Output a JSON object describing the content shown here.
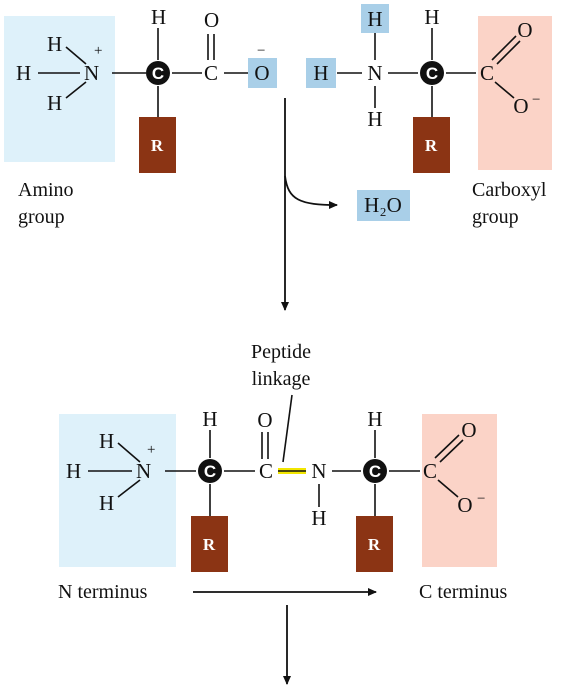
{
  "atoms": {
    "hydrogen": "H",
    "nitrogen": "N",
    "carbon": "C",
    "oxygen": "O",
    "r_group": "R",
    "water": "H₂O",
    "plus": "+",
    "minus": "−"
  },
  "labels": {
    "amino_group_line1": "Amino",
    "amino_group_line2": "group",
    "carboxyl_group_line1": "Carboxyl",
    "carboxyl_group_line2": "group",
    "peptide_linkage_line1": "Peptide",
    "peptide_linkage_line2": "linkage",
    "n_terminus": "N terminus",
    "c_terminus": "C terminus"
  },
  "colors": {
    "amino_box": "#def1fa",
    "carboxyl_box": "#fbd3c7",
    "highlight_atom": "#a9cfe8",
    "r_group": "#8b3414",
    "peptide_bond": "#f2e600"
  }
}
